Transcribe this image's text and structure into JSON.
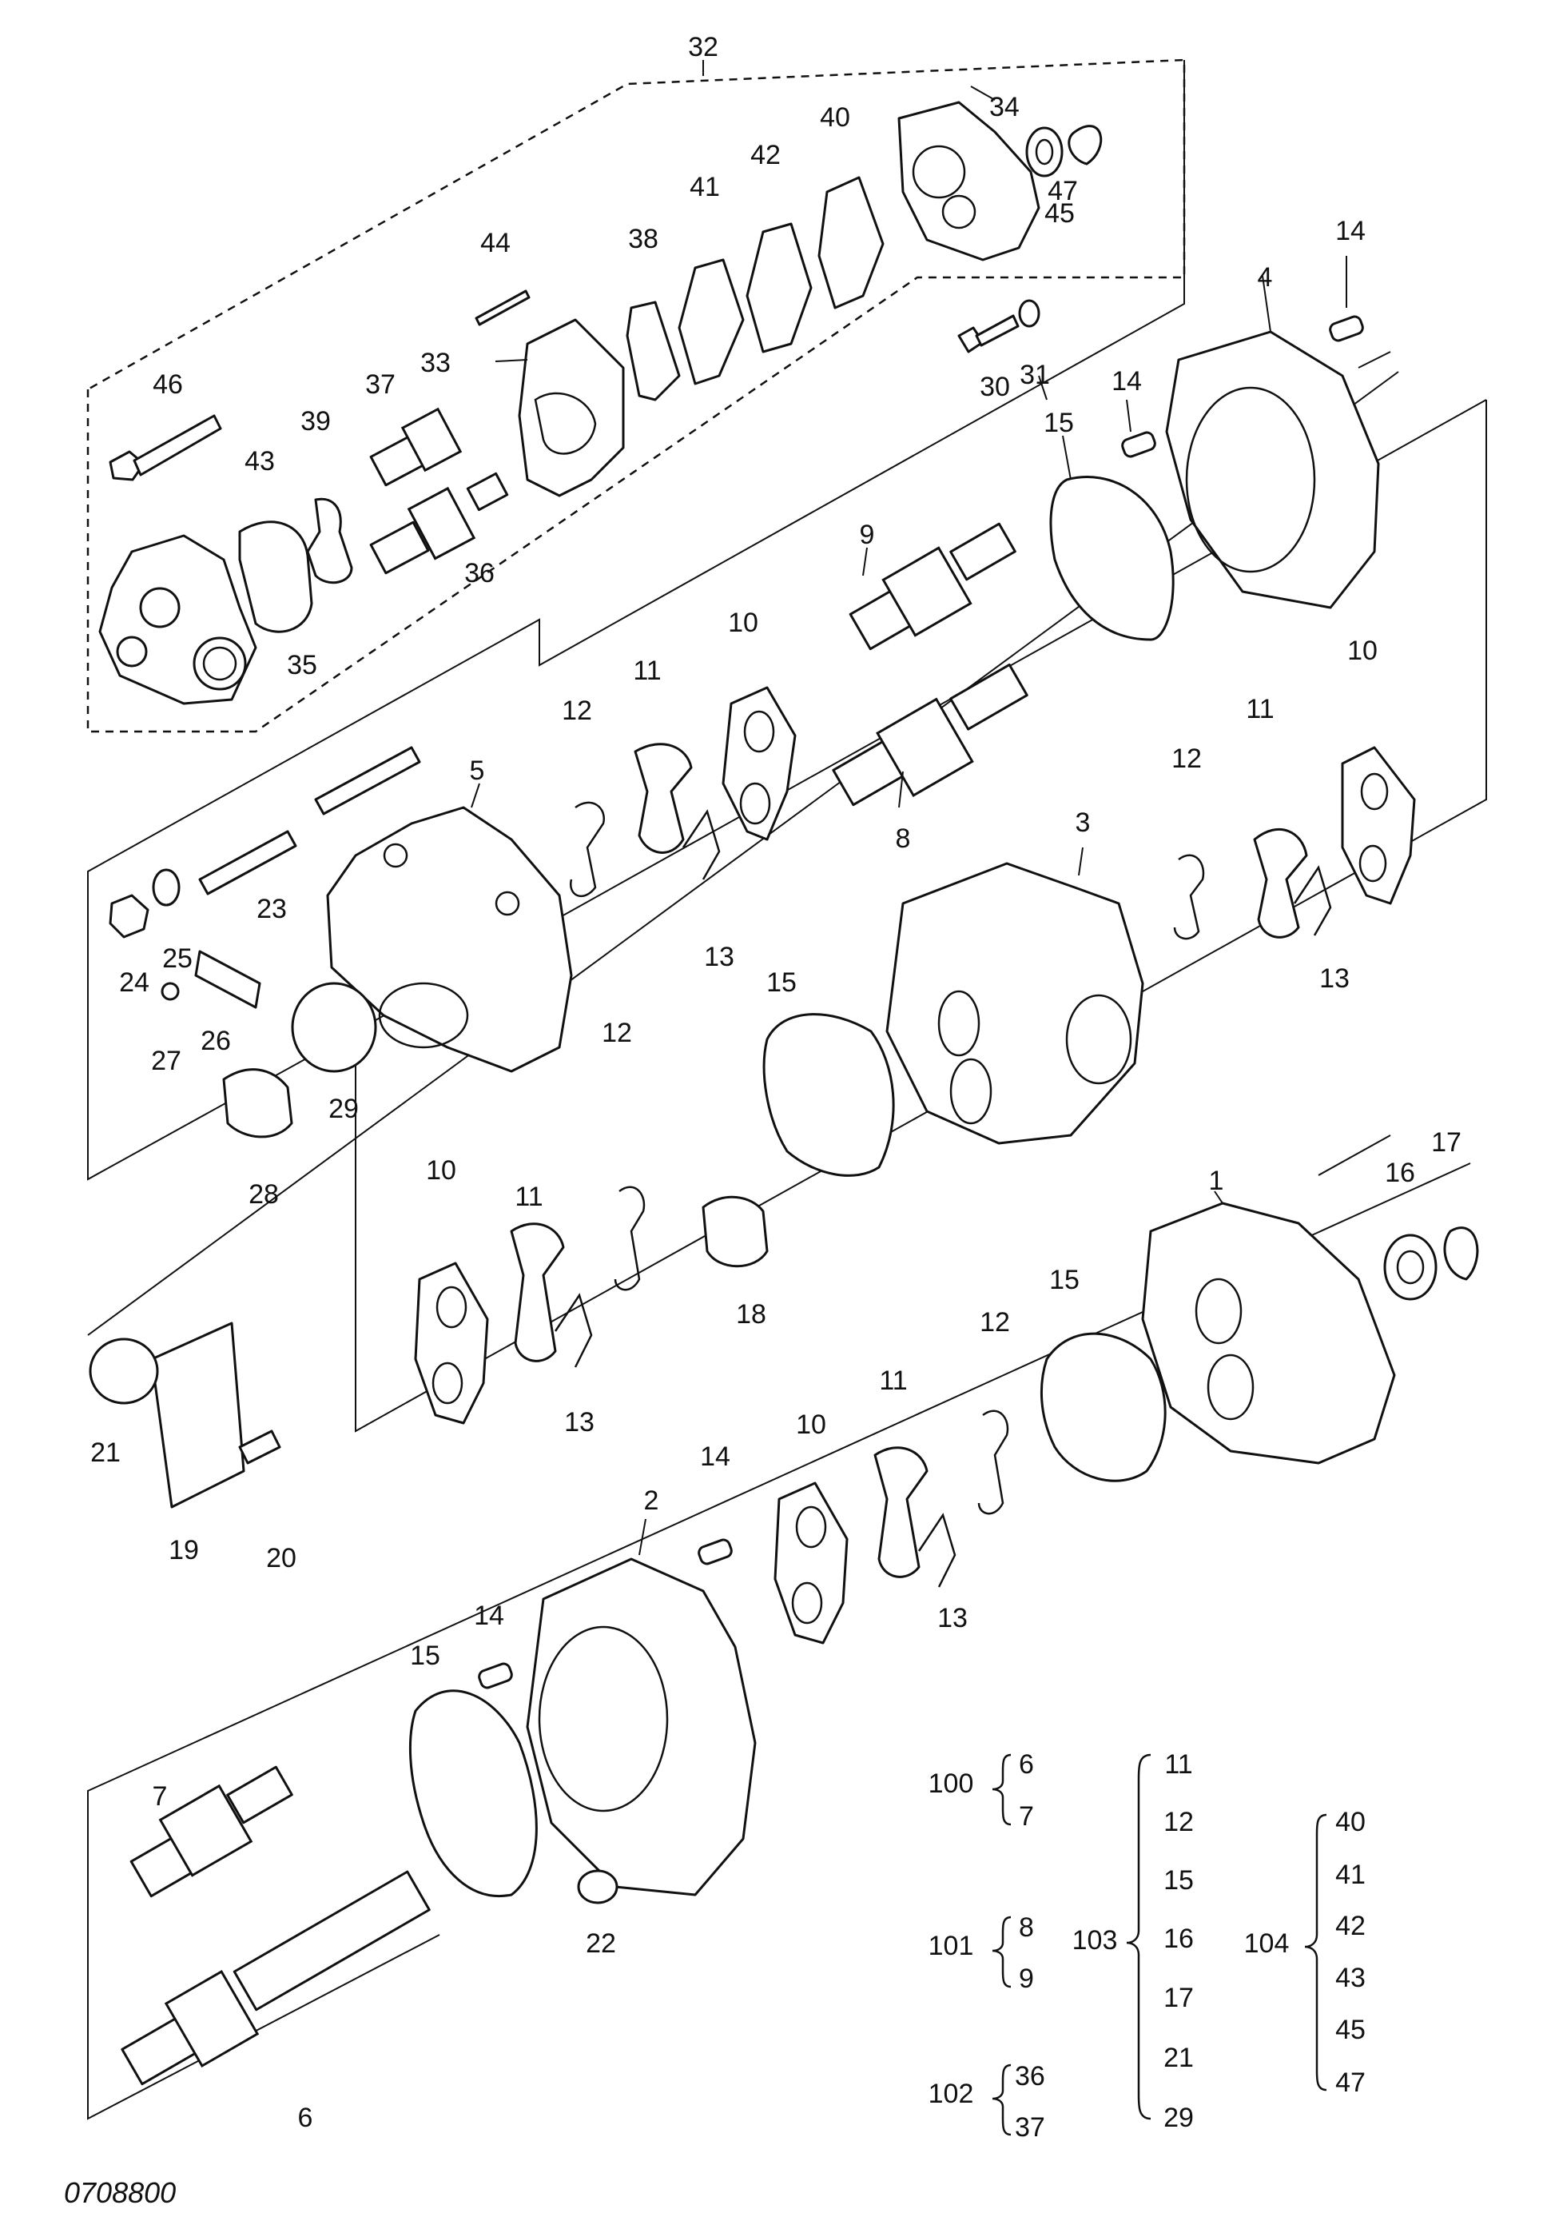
{
  "drawing_code": "0708800",
  "callouts": {
    "c1": "1",
    "c2": "2",
    "c3": "3",
    "c4": "4",
    "c5": "5",
    "c6": "6",
    "c7": "7",
    "c8": "8",
    "c9": "9",
    "c10a": "10",
    "c10b": "10",
    "c10c": "10",
    "c10d": "10",
    "c11a": "11",
    "c11b": "11",
    "c11c": "11",
    "c11d": "11",
    "c12a": "12",
    "c12b": "12",
    "c12c": "12",
    "c12d": "12",
    "c13a": "13",
    "c13b": "13",
    "c13c": "13",
    "c13d": "13",
    "c14a": "14",
    "c14b": "14",
    "c14c": "14",
    "c14d": "14",
    "c15a": "15",
    "c15b": "15",
    "c15c": "15",
    "c15d": "15",
    "c16": "16",
    "c17": "17",
    "c18": "18",
    "c19": "19",
    "c20": "20",
    "c21": "21",
    "c22": "22",
    "c23": "23",
    "c24": "24",
    "c25": "25",
    "c26": "26",
    "c27": "27",
    "c28": "28",
    "c29": "29",
    "c30": "30",
    "c31": "31",
    "c32": "32",
    "c33": "33",
    "c34": "34",
    "c35": "35",
    "c36": "36",
    "c37": "37",
    "c38": "38",
    "c39": "39",
    "c40": "40",
    "c41": "41",
    "c42": "42",
    "c43": "43",
    "c44": "44",
    "c45": "45",
    "c46": "46",
    "c47": "47"
  },
  "kits": {
    "k100": {
      "label": "100",
      "items": [
        "6",
        "7"
      ]
    },
    "k101": {
      "label": "101",
      "items": [
        "8",
        "9"
      ]
    },
    "k102": {
      "label": "102",
      "items": [
        "36",
        "37"
      ]
    },
    "k103": {
      "label": "103",
      "items": [
        "11",
        "12",
        "15",
        "16",
        "17",
        "21",
        "29"
      ]
    },
    "k104": {
      "label": "104",
      "items": [
        "40",
        "41",
        "42",
        "43",
        "45",
        "47"
      ]
    }
  }
}
